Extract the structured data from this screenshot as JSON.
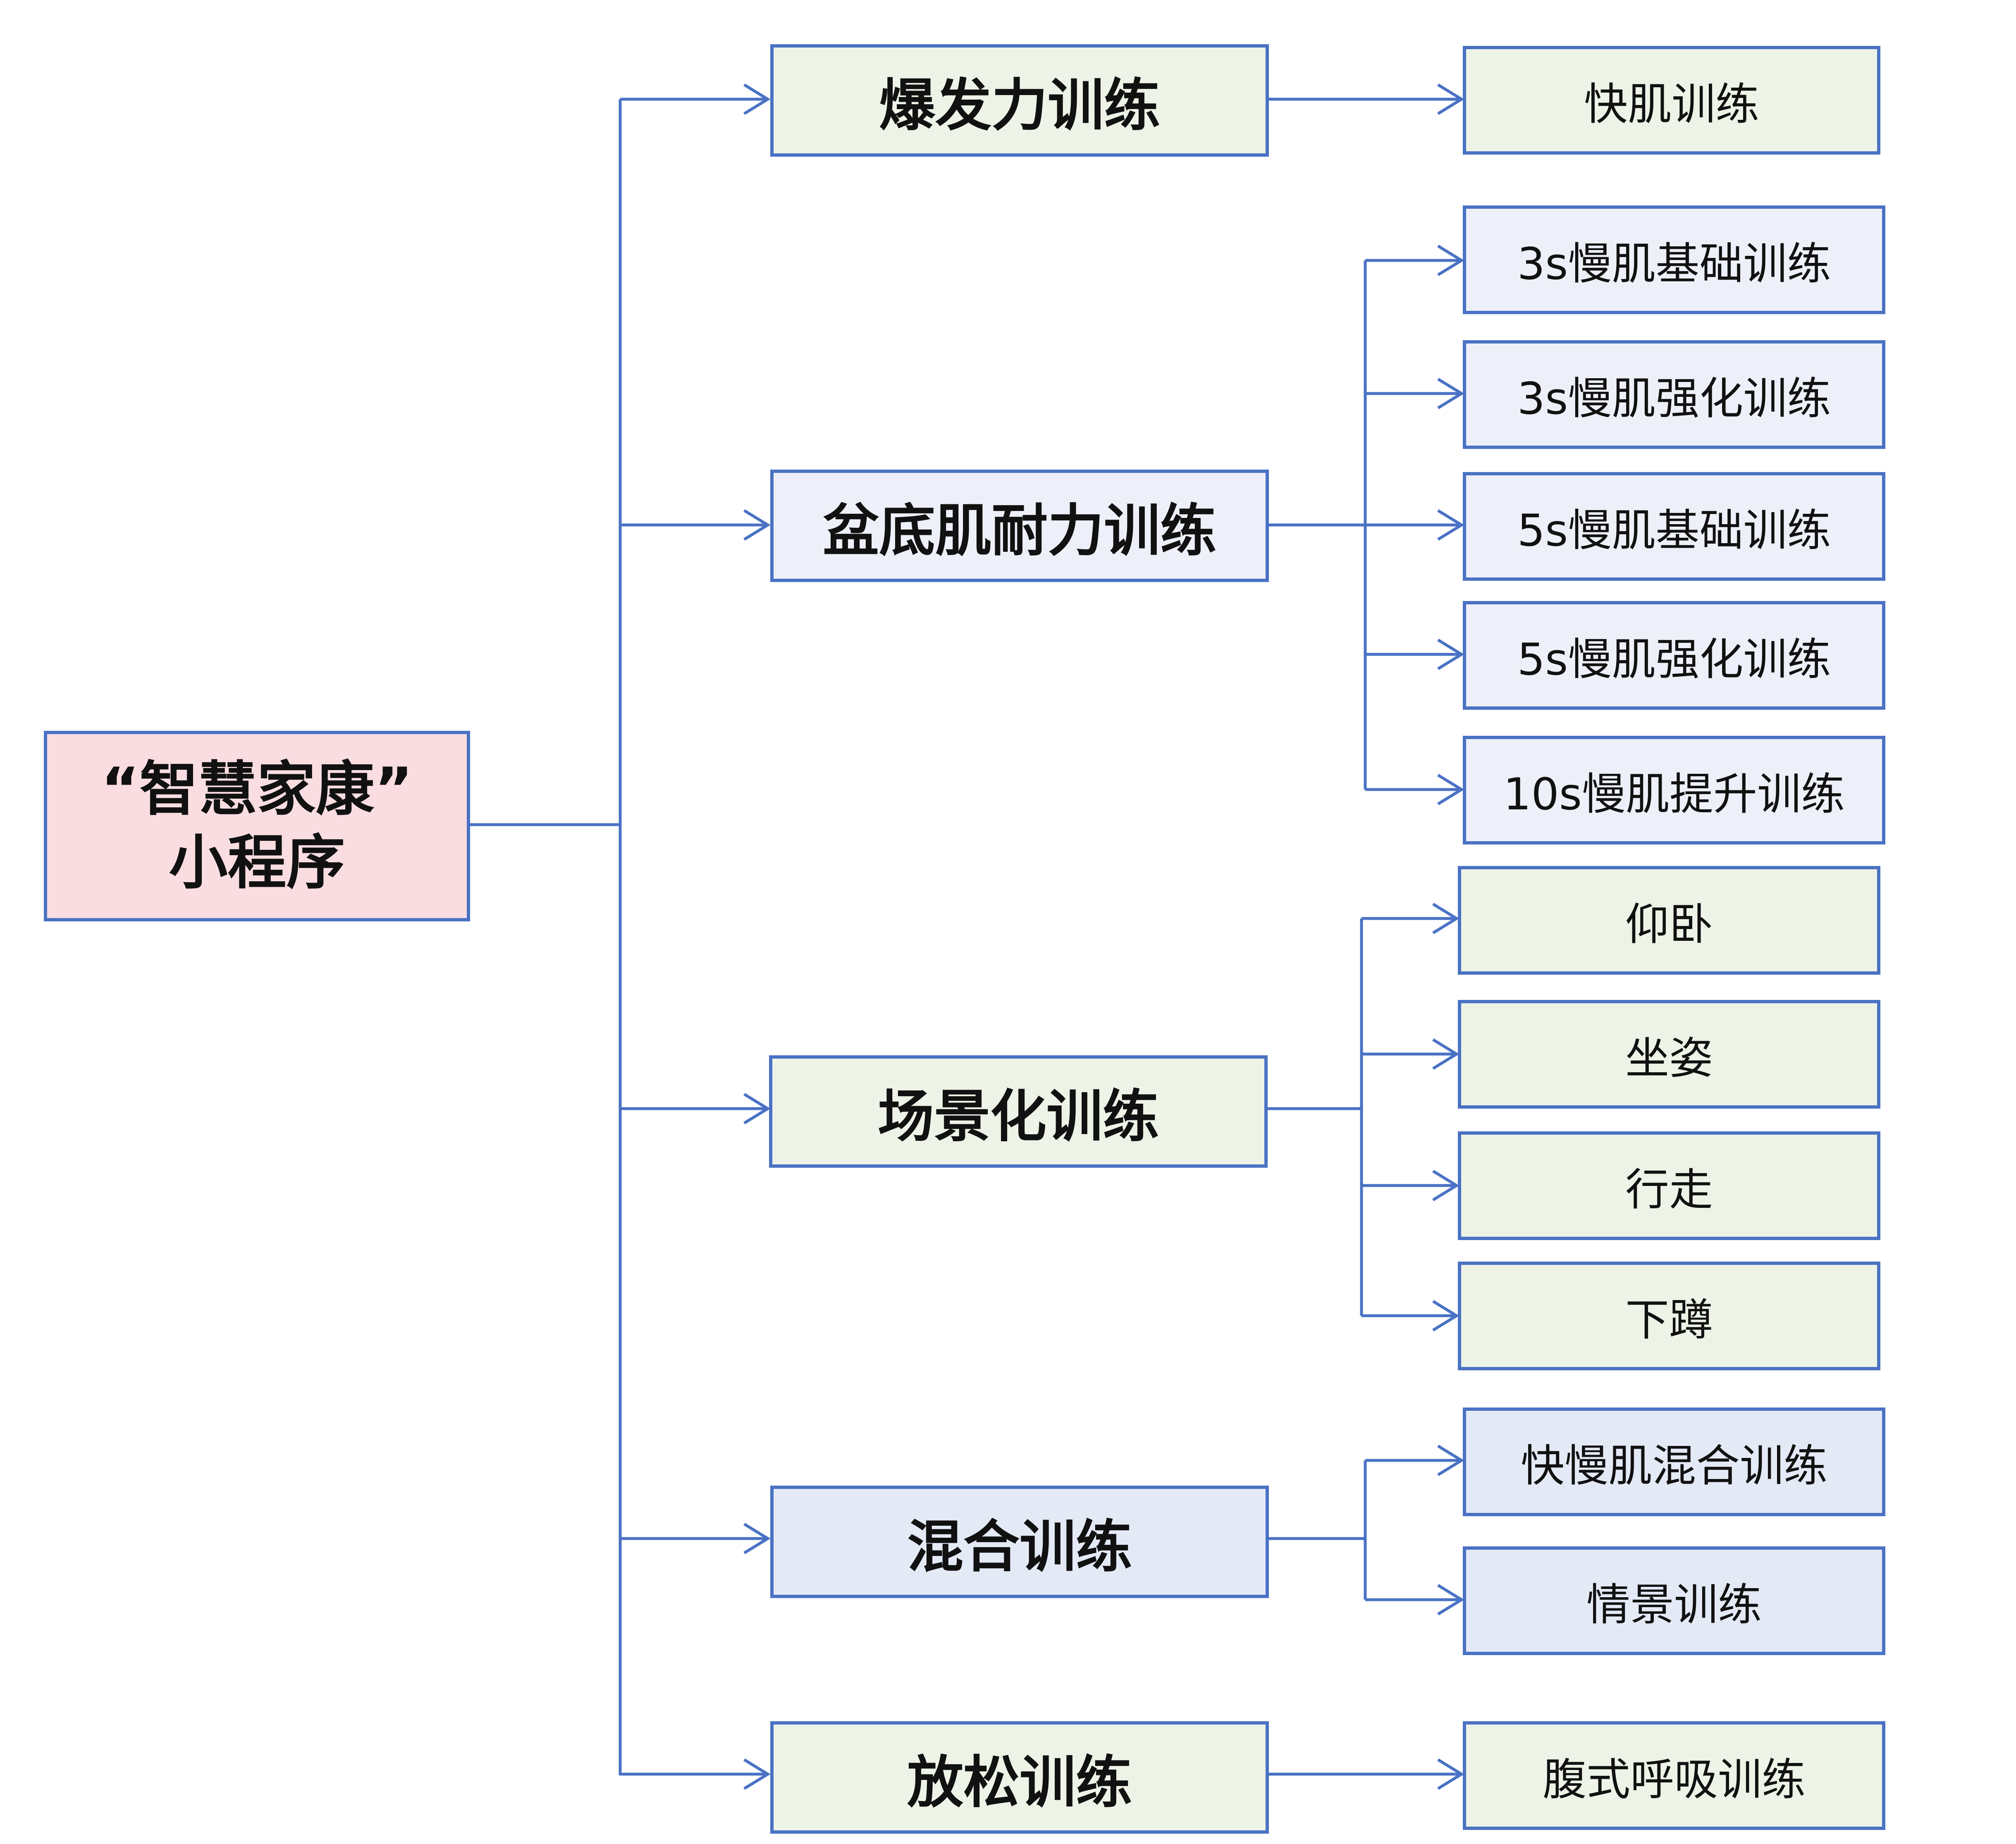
{
  "root": {
    "line1": "“智慧家康”",
    "line2": "小程序"
  },
  "categories": [
    {
      "label": "爆发力训练",
      "items": [
        "快肌训练"
      ]
    },
    {
      "label": "盆底肌耐力训练",
      "items": [
        "3s慢肌基础训练",
        "3s慢肌强化训练",
        "5s慢肌基础训练",
        "5s慢肌强化训练",
        "10s慢肌提升训练"
      ]
    },
    {
      "label": "场景化训练",
      "items": [
        "仰卧",
        "坐姿",
        "行走",
        "下蹲"
      ]
    },
    {
      "label": "混合训练",
      "items": [
        "快慢肌混合训练",
        "情景训练"
      ]
    },
    {
      "label": "放松训练",
      "items": [
        "腹式呼吸训练"
      ]
    }
  ],
  "colors": {
    "line": "#4a72c4",
    "root_fill": "#f9dde1",
    "green_fill": "#edf3e6",
    "lavender_fill": "#eef0f9",
    "blue_fill": "#e4e9f6"
  }
}
